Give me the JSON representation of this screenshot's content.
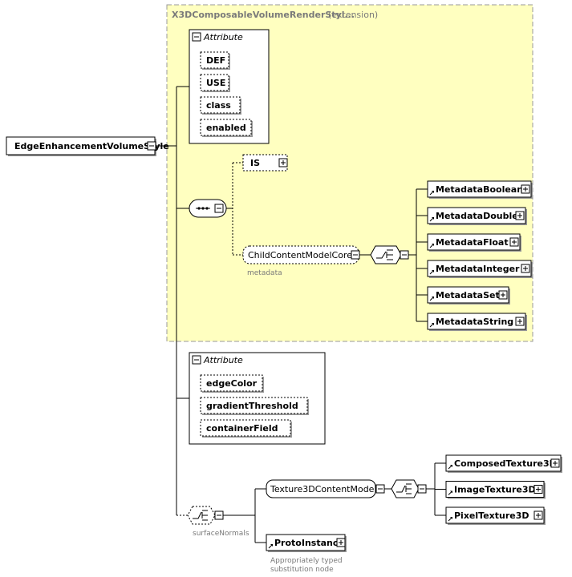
{
  "extension": {
    "title": "X3DComposableVolumeRenderStyl...",
    "kind": "(extension)"
  },
  "root": {
    "label": "EdgeEnhancementVolumeStyle"
  },
  "attributes_top": {
    "header": "Attribute",
    "items": [
      "DEF",
      "USE",
      "class",
      "enabled"
    ]
  },
  "attributes_bottom": {
    "header": "Attribute",
    "items": [
      "edgeColor",
      "gradientThreshold",
      "containerField"
    ]
  },
  "is_node": {
    "label": "IS"
  },
  "child_group": {
    "label": "ChildContentModelCore",
    "caption": "metadata"
  },
  "metadata_nodes": [
    "MetadataBoolean",
    "MetadataDouble",
    "MetadataFloat",
    "MetadataInteger",
    "MetadataSet",
    "MetadataString"
  ],
  "surface": {
    "caption": "surfaceNormals"
  },
  "texture_group": {
    "label": "Texture3DContentModel"
  },
  "texture_nodes": [
    "ComposedTexture3D",
    "ImageTexture3D",
    "PixelTexture3D"
  ],
  "proto": {
    "label": "ProtoInstance",
    "caption_line1": "Appropriately typed",
    "caption_line2": "substitution node"
  },
  "colors": {
    "extension_fill": "#ffffc0",
    "extension_border": "#9a9a9a",
    "shadow": "#9a9a9a"
  }
}
